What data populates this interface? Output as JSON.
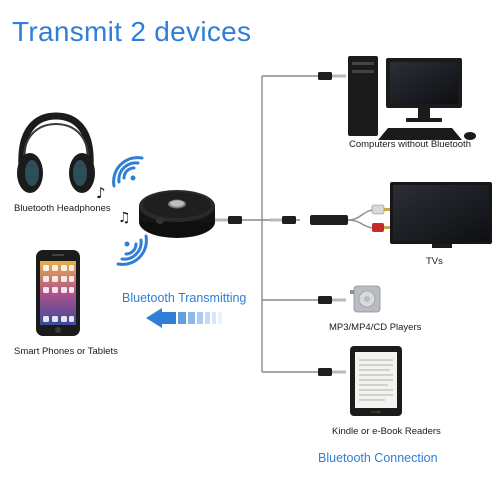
{
  "title": "Transmit 2 devices",
  "labels": {
    "headphones": "Bluetooth Headphones",
    "phones": "Smart Phones or Tablets",
    "computers": "Computers without Bluetooth",
    "tvs": "TVs",
    "mp3": "MP3/MP4/CD Players",
    "kindle": "Kindle or e-Book Readers",
    "bt_transmitting": "Bluetooth Transmitting",
    "bt_connection": "Bluetooth Connection"
  },
  "icons": [
    "headphones-icon",
    "music-note-icon",
    "bluetooth-wave-icon",
    "transmitter-device-icon",
    "smartphone-icon",
    "arrow-left-icon",
    "audio-jack-icon",
    "computer-icon",
    "tv-icon",
    "mp3-player-icon",
    "ebook-reader-icon"
  ],
  "colors": {
    "accent_blue": "#2f7fd6",
    "device_black": "#1b1b1b",
    "cable_gray": "#7a7a7a"
  }
}
